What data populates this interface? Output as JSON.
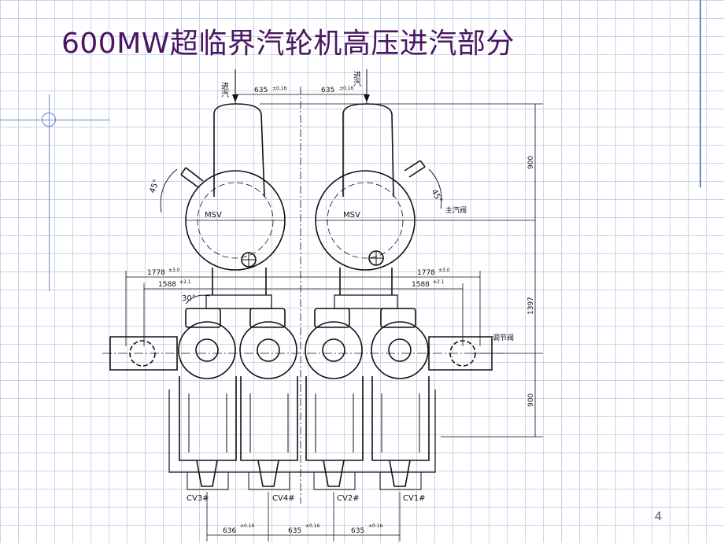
{
  "slide": {
    "title": "600MW超临界汽轮机高压进汽部分",
    "page_number": "4"
  },
  "drawing": {
    "labels": {
      "steam_inlet": "进汽",
      "main_valve": "主汽阀",
      "control_valve": "调节阀",
      "msv": "MSV",
      "angle_45": "45°",
      "angle_30": "30°"
    },
    "dimensions": {
      "top_spacing": "635",
      "top_tolerance": "±0.16",
      "span_outer": "1778",
      "span_outer_tol": "±3.0",
      "span_inner": "1588",
      "span_inner_tol": "±2.1",
      "height_upper": "900",
      "height_middle": "1397",
      "height_lower": "900",
      "bottom_left": "636",
      "bottom_tol": "±0.16",
      "bottom_mid": "635",
      "bottom_right": "635"
    },
    "valves": [
      "CV3#",
      "CV4#",
      "CV2#",
      "CV1#"
    ]
  }
}
